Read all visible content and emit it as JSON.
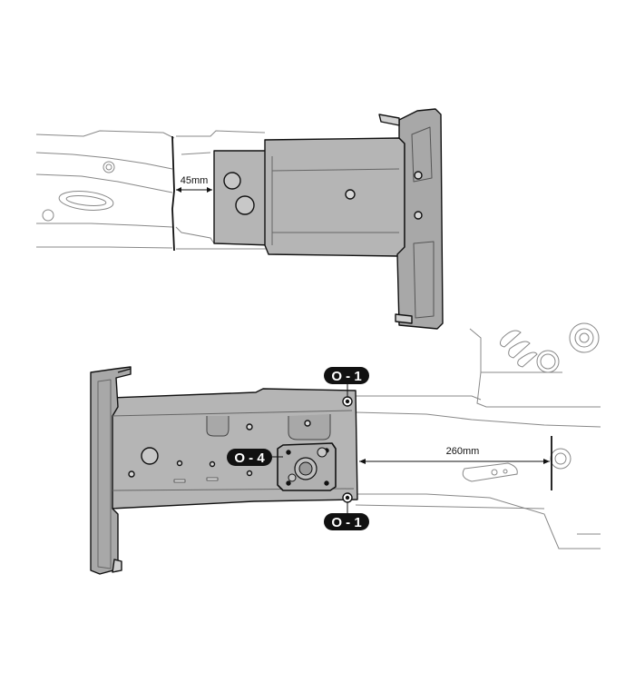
{
  "diagram": {
    "dimensions": {
      "upper_gap": "45mm",
      "lower_gap": "260mm"
    },
    "callouts": {
      "top_weld": "O - 1",
      "plate_weld": "O - 4",
      "bottom_weld": "O - 1"
    },
    "colors": {
      "part_fill": "#b5b5b5",
      "part_shadow": "#9a9a9a",
      "outline": "#111111",
      "rail_line": "#7a7a7a",
      "badge": "#111111"
    }
  }
}
